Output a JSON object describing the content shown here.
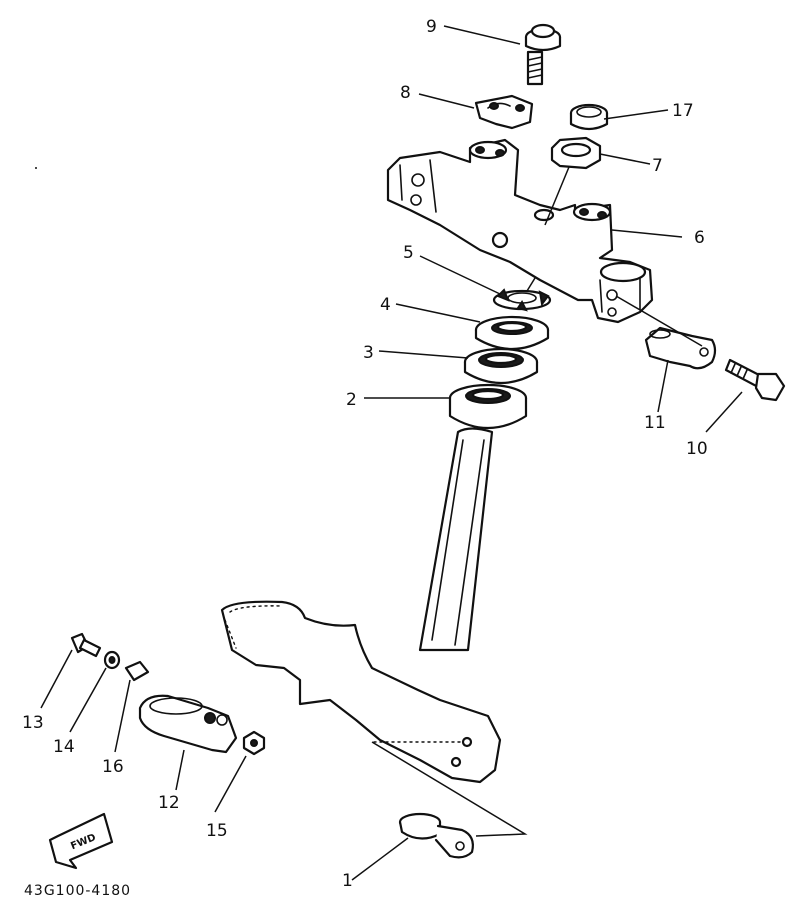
{
  "diagram": {
    "callouts": [
      "1",
      "2",
      "3",
      "4",
      "5",
      "6",
      "7",
      "8",
      "9",
      "10",
      "11",
      "12",
      "13",
      "14",
      "15",
      "16",
      "17"
    ],
    "fwd_label": "FWD",
    "drawing_code": "43G100-4180"
  }
}
